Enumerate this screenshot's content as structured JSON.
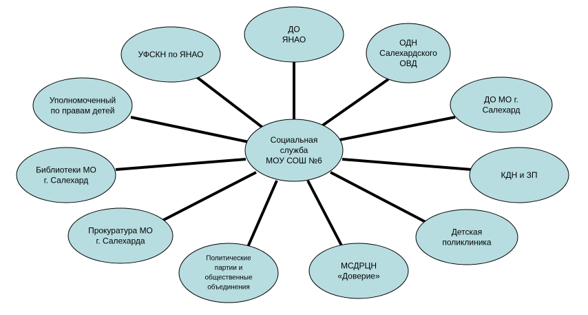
{
  "colors": {
    "node_fill": "#b7dde0",
    "node_stroke": "#000000",
    "connector": "#000000",
    "background": "#ffffff"
  },
  "center": {
    "lines": [
      "Социальная",
      "служба",
      "МОУ СОШ №6"
    ]
  },
  "nodes": [
    {
      "id": "do-yanao",
      "lines": [
        "ДО",
        "ЯНАО"
      ]
    },
    {
      "id": "odn-ovd",
      "lines": [
        "ОДН",
        "Салехардского",
        "ОВД"
      ]
    },
    {
      "id": "do-mo-salekhard",
      "lines": [
        "ДО МО г.",
        "Салехард"
      ]
    },
    {
      "id": "kdn-zp",
      "lines": [
        "КДН и ЗП"
      ]
    },
    {
      "id": "detskaya-poliklinika",
      "lines": [
        "Детская",
        "поликлиника"
      ]
    },
    {
      "id": "msdrcn-doverie",
      "lines": [
        "МСДРЦН",
        "«Доверие»"
      ]
    },
    {
      "id": "politicheskie-partii",
      "lines": [
        "Политические",
        "партии и",
        "общественные",
        "объединения"
      ]
    },
    {
      "id": "prokuratura",
      "lines": [
        "Прокуратура МО",
        "г. Салехарда"
      ]
    },
    {
      "id": "biblioteki",
      "lines": [
        "Библиотеки МО",
        "г. Салехард"
      ]
    },
    {
      "id": "upolnomochenny",
      "lines": [
        "Уполномоченный",
        "по правам детей"
      ]
    },
    {
      "id": "ufskn",
      "lines": [
        "УФСКН по ЯНАО"
      ]
    }
  ]
}
